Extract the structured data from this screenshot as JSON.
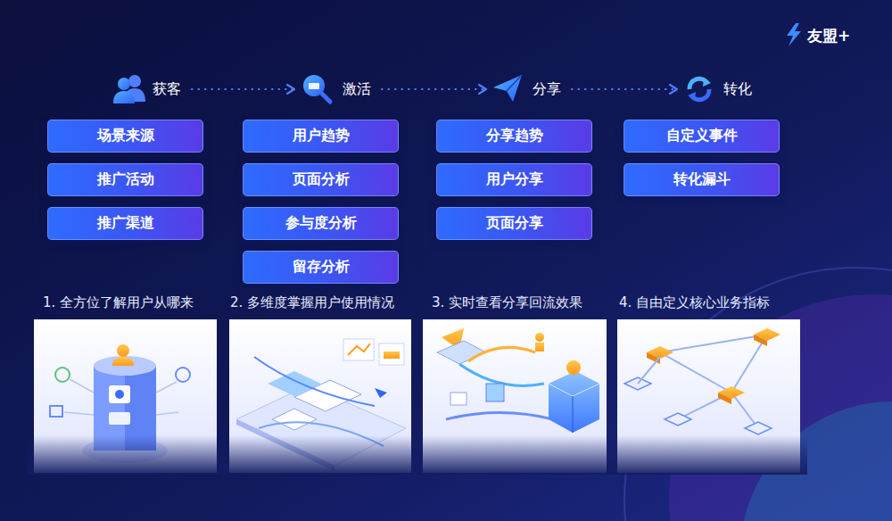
{
  "diagram": {
    "nodes": [
      {
        "text": [
          "获客"
        ]
      },
      {
        "text": [
          "激活"
        ]
      },
      {
        "text": [
          "分享"
        ]
      },
      {
        "text": [
          "转化"
        ]
      },
      {
        "text": [
          "场景来源"
        ]
      },
      {
        "text": [
          "推广活动"
        ]
      },
      {
        "text": [
          "推广渠道"
        ]
      },
      {
        "text": [
          "用户趋势"
        ]
      },
      {
        "text": [
          "页面分析"
        ]
      },
      {
        "text": [
          "参与度分析"
        ]
      },
      {
        "text": [
          "留存分析"
        ]
      },
      {
        "text": [
          "分享趋势"
        ]
      },
      {
        "text": [
          "用户分享"
        ]
      },
      {
        "text": [
          "页面分享"
        ]
      },
      {
        "text": [
          "自定义事件"
        ]
      },
      {
        "text": [
          "转化漏斗"
        ]
      }
    ],
    "edges": [
      {
        "from": 0,
        "to": 1,
        "arrow": "to"
      },
      {
        "from": 1,
        "to": 2,
        "arrow": "to"
      },
      {
        "from": 2,
        "to": 3,
        "arrow": "to"
      }
    ],
    "labels": [
      "友盟+",
      "1. 全方位了解用户从哪来",
      "2. 多维度掌握用户使用情况",
      "3. 实时查看分享回流效果",
      "4. 自由定义核心业务指标"
    ]
  }
}
